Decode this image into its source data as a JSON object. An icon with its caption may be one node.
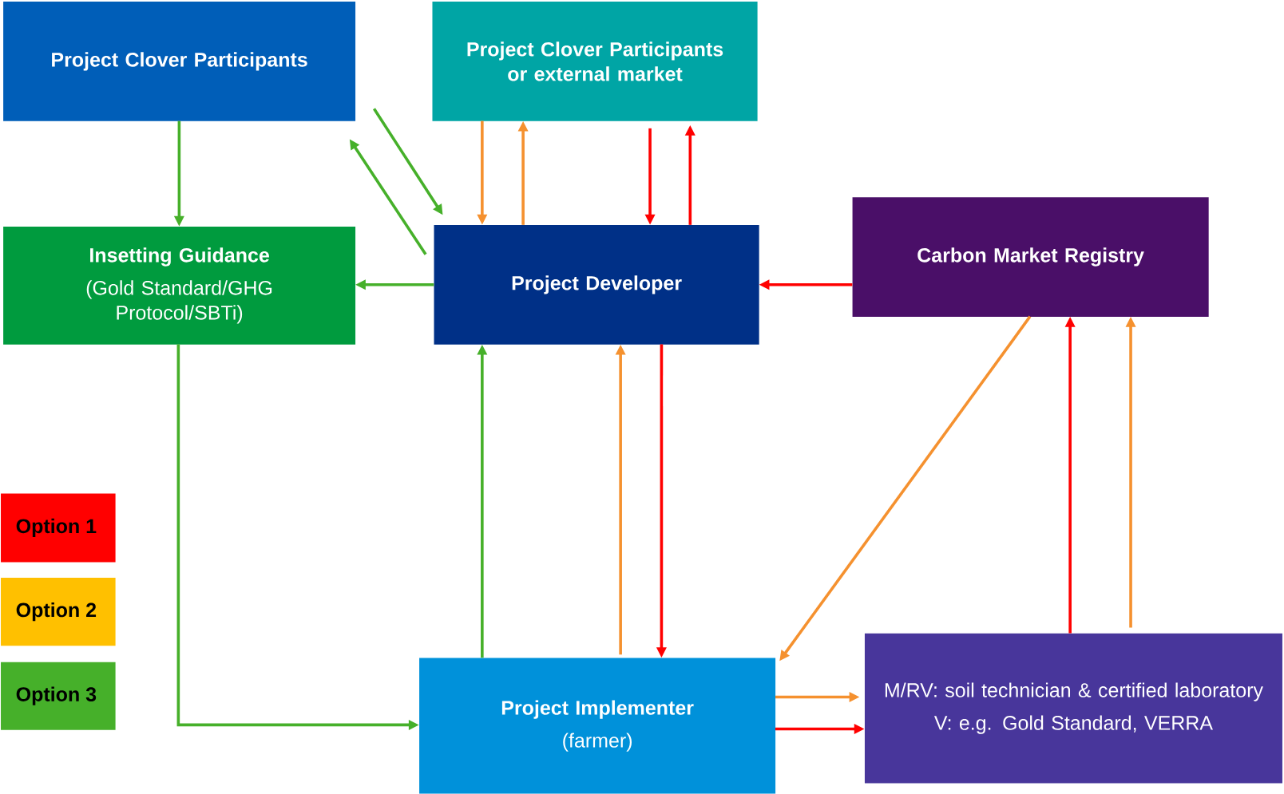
{
  "diagram": {
    "nodes": [
      {
        "text": [
          "Project Clover Participants"
        ]
      },
      {
        "text": [
          "Project Clover Participants or external market"
        ]
      },
      {
        "text": [
          "Insetting Guidance",
          "(Gold Standard/GHG Protocol/SBTi)"
        ]
      },
      {
        "text": [
          "Project Developer"
        ]
      },
      {
        "text": [
          "Carbon Market Registry"
        ]
      },
      {
        "text": [
          "Project Implementer",
          "(farmer)"
        ]
      },
      {
        "text": [
          "M/RV: soil technician & certified laboratory",
          "V: e.g. Gold Standard, VERRA"
        ]
      }
    ],
    "edges": [
      {
        "from": 0,
        "to": 2,
        "arrow": "to",
        "color": "#46b02a"
      },
      {
        "from": 0,
        "to": 3,
        "arrow": "to",
        "color": "#46b02a"
      },
      {
        "from": 3,
        "to": 0,
        "arrow": "to",
        "color": "#46b02a"
      },
      {
        "from": 3,
        "to": 2,
        "arrow": "to",
        "color": "#46b02a"
      },
      {
        "from": 2,
        "to": 5,
        "arrow": "to",
        "color": "#46b02a"
      },
      {
        "from": 5,
        "to": 3,
        "arrow": "to",
        "color": "#46b02a"
      },
      {
        "from": 1,
        "to": 3,
        "arrow": "to",
        "color": "#f5912f"
      },
      {
        "from": 3,
        "to": 1,
        "arrow": "to",
        "color": "#f5912f"
      },
      {
        "from": 1,
        "to": 3,
        "arrow": "to",
        "color": "#ff0000"
      },
      {
        "from": 3,
        "to": 1,
        "arrow": "to",
        "color": "#ff0000"
      },
      {
        "from": 4,
        "to": 3,
        "arrow": "to",
        "color": "#ff0000"
      },
      {
        "from": 5,
        "to": 3,
        "arrow": "to",
        "color": "#f5912f"
      },
      {
        "from": 3,
        "to": 5,
        "arrow": "to",
        "color": "#ff0000"
      },
      {
        "from": 4,
        "to": 5,
        "arrow": "to",
        "color": "#f5912f"
      },
      {
        "from": 6,
        "to": 4,
        "arrow": "to",
        "color": "#ff0000"
      },
      {
        "from": 6,
        "to": 4,
        "arrow": "to",
        "color": "#f5912f"
      },
      {
        "from": 5,
        "to": 6,
        "arrow": "to",
        "color": "#f5912f"
      },
      {
        "from": 5,
        "to": 6,
        "arrow": "to",
        "color": "#ff0000"
      }
    ],
    "legend": [
      {
        "text": "Option 1",
        "color": "#ff0000"
      },
      {
        "text": "Option 2",
        "color": "#ffc000"
      },
      {
        "text": "Option 3",
        "color": "#46b02a"
      }
    ]
  }
}
